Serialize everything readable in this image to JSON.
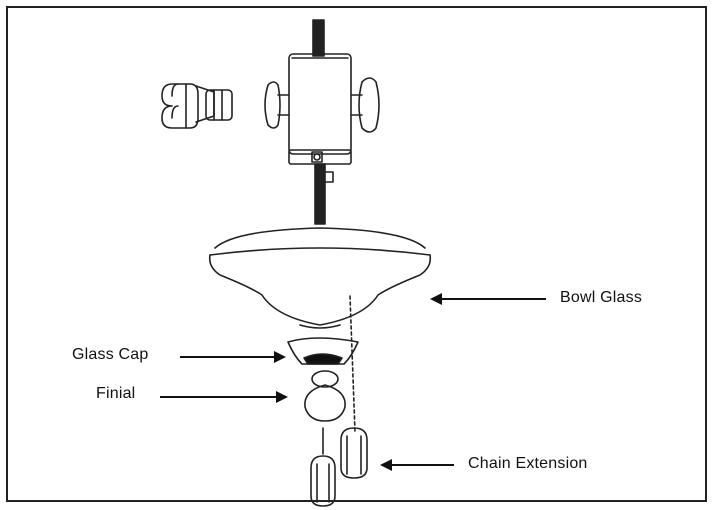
{
  "labels": {
    "bowl_glass": "Bowl Glass",
    "glass_cap": "Glass Cap",
    "finial": "Finial",
    "chain_extension": "Chain Extension"
  },
  "colors": {
    "line": "#111111",
    "background": "#ffffff"
  }
}
